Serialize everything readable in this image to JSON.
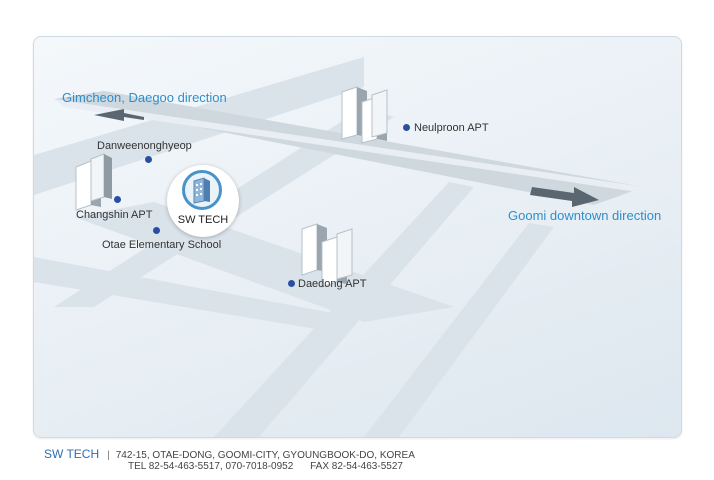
{
  "map": {
    "directions": {
      "left": "Gimcheon, Daegoo direction",
      "right": "Goomi downtown direction"
    },
    "places": {
      "danweenonghyeop": "Danweenonghyeop",
      "neulproon": "Neulproon APT",
      "changshin": "Changshin APT",
      "otae_school": "Otae Elementary School",
      "daedong": "Daedong APT",
      "sw_tech": "SW TECH"
    },
    "colors": {
      "accent": "#2f8fca",
      "marker_dot": "#2a4fa0",
      "road": "#d7e0e8"
    },
    "icons": [
      "building-icon",
      "arrow-left-icon",
      "arrow-right-icon",
      "location-dot-icon"
    ]
  },
  "footer": {
    "brand": "SW TECH",
    "separator": "|",
    "address": "742-15, OTAE-DONG, GOOMI-CITY, GYOUNGBOOK-DO, KOREA",
    "tel": "TEL 82-54-463-5517, 070-7018-0952",
    "fax": "FAX 82-54-463-5527"
  }
}
